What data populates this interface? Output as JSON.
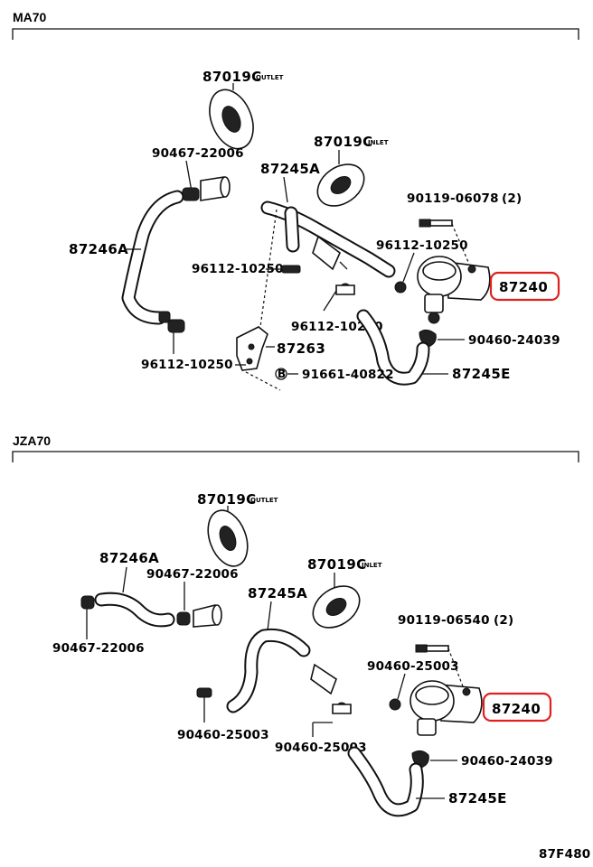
{
  "sections": [
    {
      "header": "MA70",
      "labels": {
        "outlet_gasket": "87019C",
        "outlet_tag": "OUTLET",
        "inlet_gasket": "87019C",
        "inlet_tag": "INLET",
        "clamp_a": "90467-22006",
        "hose_a": "87245A",
        "bolt": "90119-06078",
        "bolt_qty": "(2)",
        "hose_left": "87246A",
        "clip_right": "96112-10250",
        "valve": "87240",
        "clip_mid": "96112-10250",
        "clip_lower": "96112-10250",
        "clamp_b": "90460-24039",
        "bracket": "87263",
        "clip_bottom": "96112-10250",
        "bolt_circle": "B",
        "bolt_b": "91661-40822",
        "hose_e": "87245E"
      }
    },
    {
      "header": "JZA70",
      "labels": {
        "outlet_gasket": "87019C",
        "outlet_tag": "OUTLET",
        "hose_left": "87246A",
        "clamp_a": "90467-22006",
        "inlet_gasket": "87019C",
        "inlet_tag": "INLET",
        "hose_a": "87245A",
        "clamp_left": "90467-22006",
        "bolt": "90119-06540",
        "bolt_qty": "(2)",
        "clamp_c": "90460-25003",
        "valve": "87240",
        "clamp_d": "90460-25003",
        "clamp_e": "90460-25003",
        "clamp_b": "90460-24039",
        "hose_e": "87245E"
      }
    }
  ],
  "figure_code": "87F480",
  "highlight_color": "#e02020"
}
